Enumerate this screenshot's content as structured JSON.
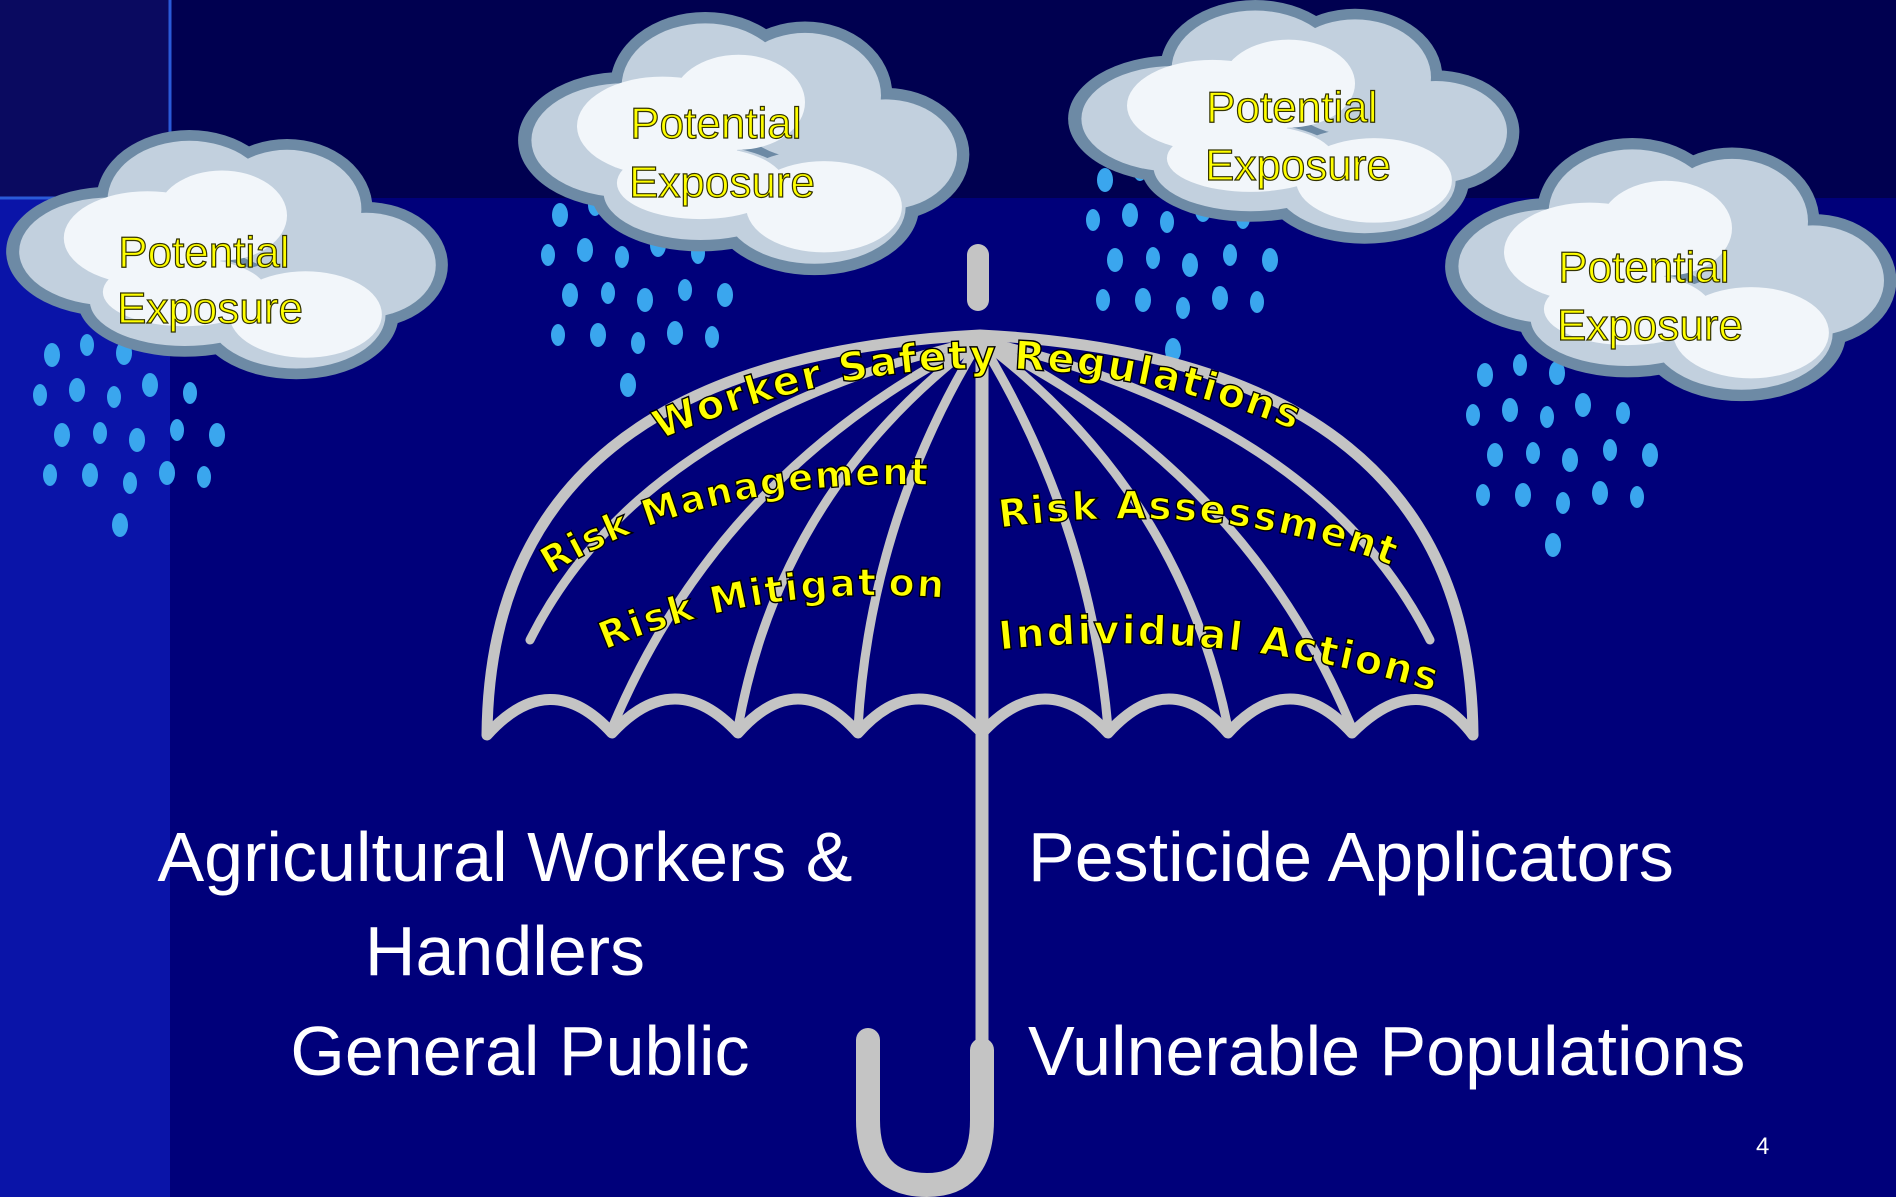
{
  "slide": {
    "background": "#00007a",
    "header_band": "#000050",
    "left_band": "#0a14a8",
    "slide_number": "4"
  },
  "clouds": [
    {
      "line1": "Potential",
      "line2": "Exposure"
    },
    {
      "line1": "Potential",
      "line2": "Exposure"
    },
    {
      "line1": "Potential",
      "line2": "Exposure"
    },
    {
      "line1": "Potential",
      "line2": "Exposure"
    }
  ],
  "umbrella": {
    "color": "#c4c4c4",
    "label_color": "#ffff00",
    "labels": {
      "top": "Worker Safety Regulations",
      "risk_management": "Risk Management",
      "risk_assessment": "Risk Assessment",
      "risk_mitigation": "Risk Mitigat",
      "risk_mitigation_tail": "on",
      "individual_actions": "Individual Actions"
    }
  },
  "groups": {
    "workers_line1": "Agricultural Workers &",
    "workers_line2": "Handlers",
    "public": "General Public",
    "applicators": "Pesticide Applicators",
    "vulnerable": "Vulnerable Populations"
  },
  "colors": {
    "cloud_fill": "#f2f6fa",
    "cloud_shade": "#c2d0de",
    "cloud_outline": "#6d8aa5",
    "rain": "#3aa6ee",
    "cloud_text": "#ffff00"
  }
}
